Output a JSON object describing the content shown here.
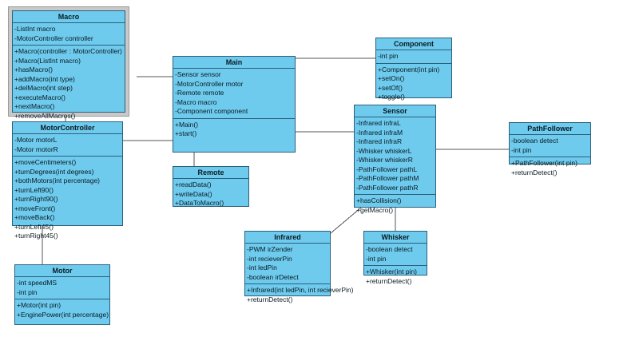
{
  "diagram": {
    "type": "uml-class-diagram",
    "background": "#ffffff",
    "class_fill": "#6ecbee",
    "class_border": "#2b5f7a",
    "selection_frame": "#c9c9c9",
    "connector_color": "#555555"
  },
  "classes": {
    "macro": {
      "name": "Macro",
      "selected": true,
      "attributes": [
        "-ListInt macro",
        "-MotorController controller"
      ],
      "operations": [
        "+Macro(controller : MotorController)",
        "+Macro(ListInt macro)",
        "+hasMacro()",
        "+addMacro(int type)",
        "+delMacro(int step)",
        "+executeMacro()",
        "+nextMacro()",
        "+removeAllMacros()"
      ]
    },
    "motorcontroller": {
      "name": "MotorController",
      "selected": false,
      "attributes": [
        "-Motor motorL",
        "-Motor motorR"
      ],
      "operations": [
        "+moveCentimeters()",
        "+turnDegrees(int degrees)",
        "+bothMotors(int percentage)",
        "+turnLeft90()",
        "+turnRight90()",
        "+moveFront()",
        "+moveBack()",
        "+turnLeft45()",
        "+turnRight45()"
      ]
    },
    "motor": {
      "name": "Motor",
      "selected": false,
      "attributes": [
        "-int speedMS",
        "-int pin"
      ],
      "operations": [
        "+Motor(int pin)",
        "+EnginePower(int percentage)"
      ]
    },
    "main": {
      "name": "Main",
      "selected": false,
      "attributes": [
        "-Sensor sensor",
        "-MotorController motor",
        "-Remote remote",
        "-Macro macro",
        "-Component component"
      ],
      "operations": [
        "+Main()",
        "+start()"
      ]
    },
    "remote": {
      "name": "Remote",
      "selected": false,
      "attributes": [],
      "operations": [
        "+readData()",
        "+writeData()",
        "+DataToMacro()"
      ]
    },
    "component": {
      "name": "Component",
      "selected": false,
      "attributes": [
        "-int pin"
      ],
      "operations": [
        "+Component(int pin)",
        "+setOn()",
        "+setOf()",
        "+toggle()"
      ]
    },
    "sensor": {
      "name": "Sensor",
      "selected": false,
      "attributes": [
        "-Infrared infraL",
        "-Infrared infraM",
        "-Infrared infraR",
        "-Whisker whiskerL",
        "-Whisker whiskerR",
        "-PathFollower pathL",
        "-PathFollower pathM",
        "-PathFollower pathR"
      ],
      "operations": [
        "+hasCollision()",
        "+getMacro()"
      ]
    },
    "pathfollower": {
      "name": "PathFollower",
      "selected": false,
      "attributes": [
        "-boolean detect",
        "-int pin"
      ],
      "operations": [
        "+PathFollower(int pin)",
        "+returnDetect()"
      ]
    },
    "infrared": {
      "name": "Infrared",
      "selected": false,
      "attributes": [
        "-PWM irZender",
        "-int recieverPin",
        "-int ledPin",
        "-boolean irDetect"
      ],
      "operations": [
        "+Infrared(int ledPin, int recieverPin)",
        "+returnDetect()"
      ]
    },
    "whisker": {
      "name": "Whisker",
      "selected": false,
      "attributes": [
        "-boolean detect",
        "-int pin"
      ],
      "operations": [
        "+Whisker(int pin)",
        "+returnDetect()"
      ]
    }
  },
  "associations": [
    {
      "from": "Macro",
      "to": "Main"
    },
    {
      "from": "Macro",
      "to": "MotorController"
    },
    {
      "from": "MotorController",
      "to": "Main"
    },
    {
      "from": "MotorController",
      "to": "Motor"
    },
    {
      "from": "Main",
      "to": "Component"
    },
    {
      "from": "Main",
      "to": "Sensor"
    },
    {
      "from": "Main",
      "to": "Remote"
    },
    {
      "from": "Sensor",
      "to": "PathFollower"
    },
    {
      "from": "Sensor",
      "to": "Infrared"
    },
    {
      "from": "Sensor",
      "to": "Whisker"
    }
  ]
}
